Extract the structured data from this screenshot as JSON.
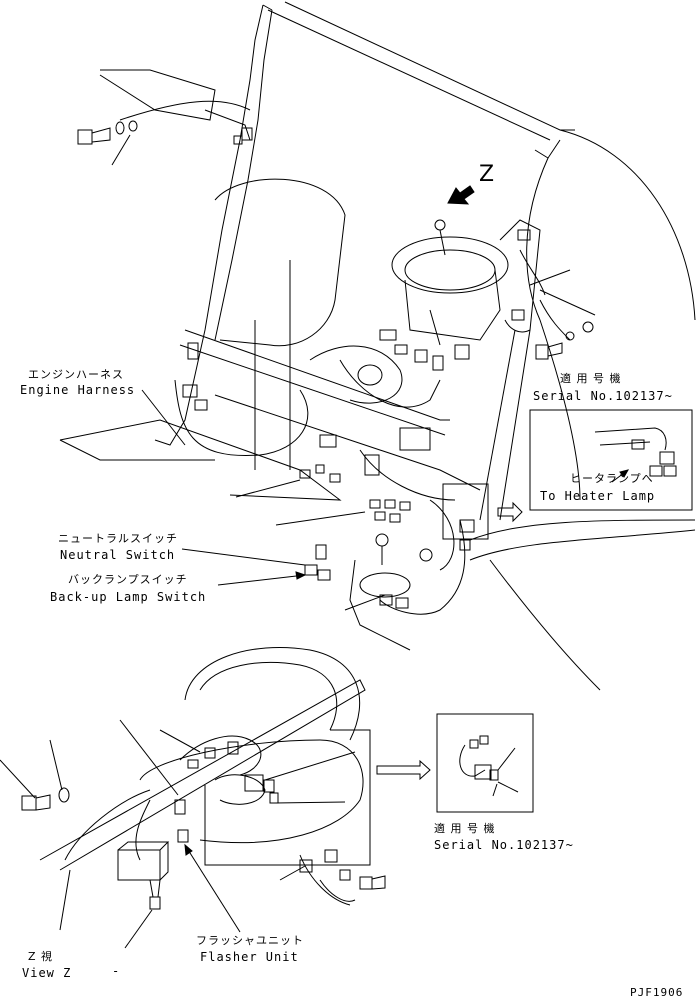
{
  "labels": {
    "view_marker": "Z",
    "engine_harness_jp": "エンジンハーネス",
    "engine_harness_en": "Engine Harness",
    "serial_jp_top": "適 用 号 機",
    "serial_en_top": "Serial No.102137~",
    "heater_jp": "ヒータランプへ",
    "heater_en": "To Heater Lamp",
    "neutral_jp": "ニュートラルスイッチ",
    "neutral_en": "Neutral Switch",
    "backup_jp": "バックランプスイッチ",
    "backup_en": "Back-up Lamp Switch",
    "serial_jp_bottom": "適 用 号 機",
    "serial_en_bottom": "Serial No.102137~",
    "flasher_jp": "フラッシャユニット",
    "flasher_en": "Flasher Unit",
    "view_jp": "Z 視",
    "view_en": "View Z",
    "view_dash": "-",
    "drawing_code": "PJF1906"
  },
  "colors": {
    "line": "#000000",
    "background": "#ffffff"
  }
}
